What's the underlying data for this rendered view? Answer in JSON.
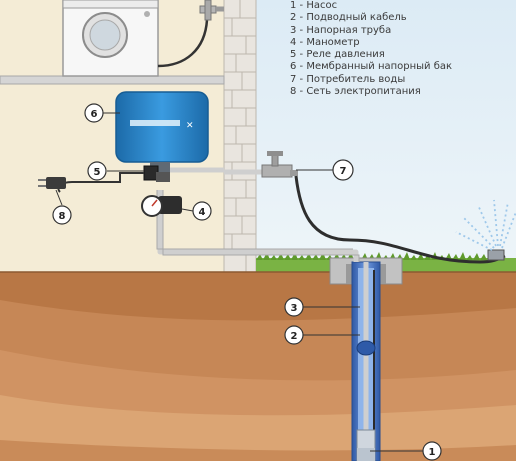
{
  "legend": [
    "1 - Насос",
    "2 - Подводный кабель",
    "3 - Напорная труба",
    "4 - Манометр",
    "5 - Реле давления",
    "6 - Мембранный напорный бак",
    "7 - Потребитель воды",
    "8 - Сеть электропитания"
  ],
  "callouts": [
    "1",
    "2",
    "3",
    "4",
    "5",
    "6",
    "7",
    "8"
  ],
  "colors": {
    "sky": "#e6f1f6",
    "indoor_wall": "#f4ecd6",
    "brick": "#e7e3dc",
    "ground_top": "#b97a48",
    "ground_mid": "#c88a58",
    "ground_deep": "#d8a36f",
    "grass": "#6fa83a",
    "tank": "#2a86c8",
    "pipe": "#c8c8c8",
    "well_casing": "#3c6fc0",
    "cable": "#333333"
  }
}
